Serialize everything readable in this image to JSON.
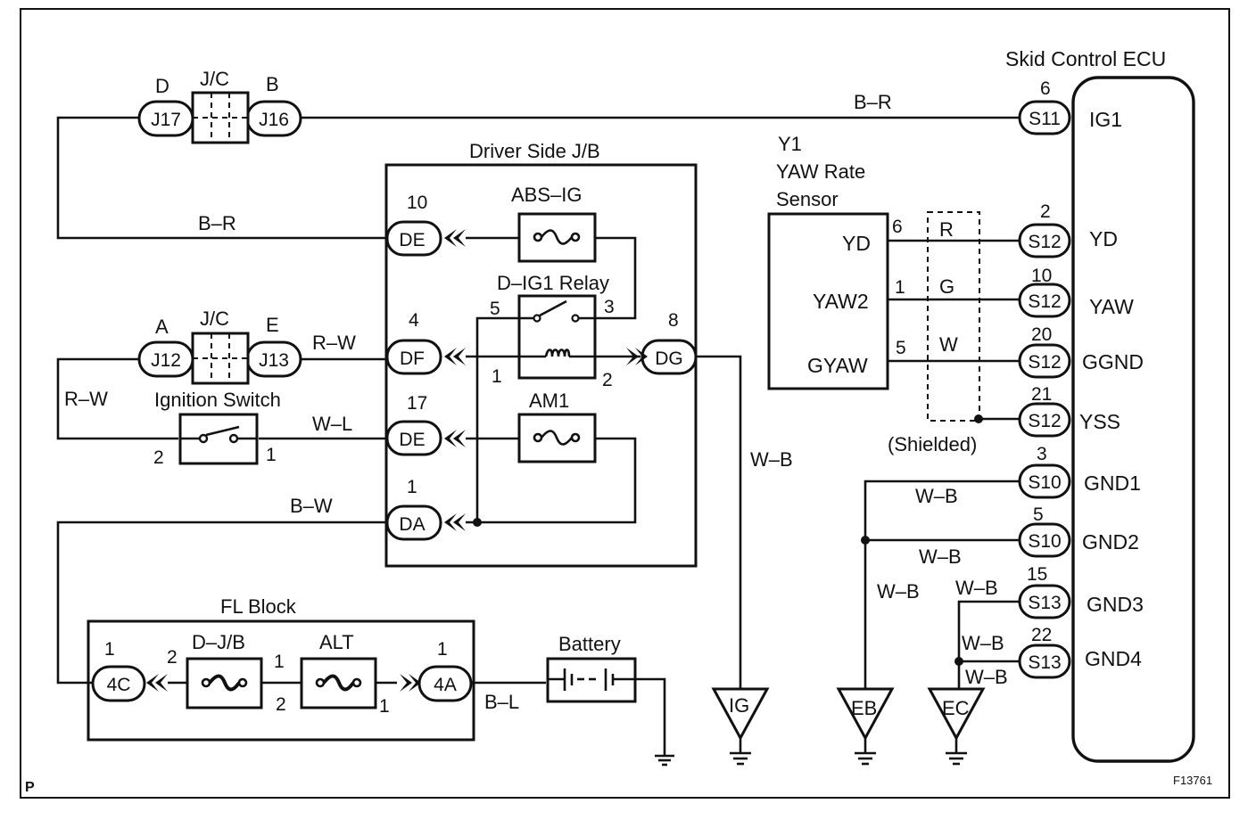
{
  "ecu": {
    "title": "Skid Control ECU",
    "terminals": [
      "IG1",
      "YD",
      "YAW",
      "GGND",
      "YSS",
      "GND1",
      "GND2",
      "GND3",
      "GND4"
    ],
    "pins": [
      "6",
      "2",
      "10",
      "20",
      "21",
      "3",
      "5",
      "15",
      "22"
    ],
    "connectors": [
      "S11",
      "S12",
      "S12",
      "S12",
      "S12",
      "S10",
      "S10",
      "S13",
      "S13"
    ]
  },
  "jc_top": {
    "label": "J/C",
    "left_letter": "D",
    "right_letter": "B",
    "left_conn": "J17",
    "right_conn": "J16"
  },
  "jc_mid": {
    "label": "J/C",
    "left_letter": "A",
    "right_letter": "E",
    "left_conn": "J12",
    "right_conn": "J13"
  },
  "jb": {
    "title": "Driver Side J/B",
    "abs_ig": "ABS–IG",
    "relay": "D–IG1 Relay",
    "am1": "AM1",
    "conn": {
      "de1": "DE",
      "df": "DF",
      "de2": "DE",
      "da": "DA",
      "dg": "DG"
    },
    "pins": {
      "de1": "10",
      "df": "4",
      "de2": "17",
      "da": "1",
      "dg": "8",
      "r5": "5",
      "r3": "3",
      "r1": "1",
      "r2": "2"
    }
  },
  "sensor": {
    "code": "Y1",
    "name_line1": "YAW Rate",
    "name_line2": "Sensor",
    "terms": [
      "YD",
      "YAW2",
      "GYAW"
    ],
    "pins": [
      "6",
      "1",
      "5"
    ]
  },
  "shield": {
    "label": "(Shielded)",
    "colors": [
      "R",
      "G",
      "W"
    ]
  },
  "ign": {
    "label": "Ignition Switch",
    "pin_left": "2",
    "pin_right": "1"
  },
  "fl": {
    "label": "FL Block",
    "djb": "D–J/B",
    "alt": "ALT",
    "conn_left": "4C",
    "conn_right": "4A",
    "pin_left": "1",
    "pin_right": "1",
    "djb_pin_left": "2",
    "djb_pin_right": "1",
    "alt_pin_left": "2",
    "alt_pin_right": "1"
  },
  "battery": {
    "label": "Battery"
  },
  "grounds": {
    "ig": "IG",
    "eb": "EB",
    "ec": "EC"
  },
  "wires": {
    "br_top": "B–R",
    "br_left": "B–R",
    "rw_left": "R–W",
    "rw_mid": "R–W",
    "wl": "W–L",
    "bw": "B–W",
    "wb_ig": "W–B",
    "bl": "B–L",
    "wb_gnd1": "W–B",
    "wb_gnd2": "W–B",
    "wb_eb": "W–B",
    "wb_gnd3": "W–B",
    "wb_gnd4": "W–B",
    "wb_ec": "W–B"
  },
  "corner_p": "P",
  "fig_id": "F13761"
}
